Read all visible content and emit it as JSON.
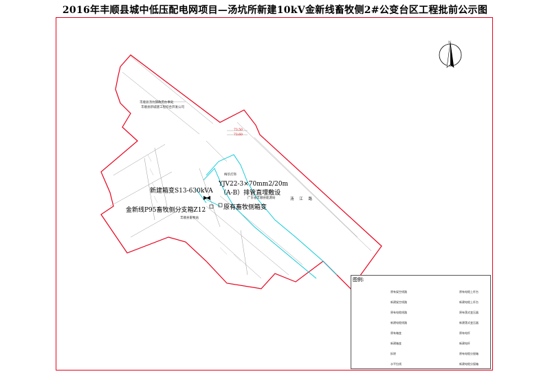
{
  "title": "2016年丰顺县城中低压配电网项目—汤坑所新建10kV金新线畜牧侧2#公变台区工程批前公示图",
  "labels": {
    "new_box_transformer": "新建箱变S13-630kVA",
    "cable": "YJV22-3×70mm2/20m",
    "cable_method": "（A-B）排管直埋敷设",
    "branch_box": "金新线P95畜牧侧分支箱Z12",
    "existing_box": "原有畜牧侧箱变"
  },
  "small_labels": {
    "org_top_1": "丰顺县汤坑镇政府办事处",
    "org_top_2": "丰顺县新城建工程综合开发公司",
    "org_mid": "广东省丰顺县能源局",
    "org_low": "丰顺县畜牧站",
    "place_a": "梅华灯饰",
    "road": "汤 江 路",
    "elev_1": "73.50",
    "elev_2": "73.60"
  },
  "compass": {
    "north": "N"
  },
  "legend": {
    "title": "图例:",
    "rows": [
      {
        "left": "原有架空线路",
        "right": "原有电缆上杆台"
      },
      {
        "left": "新建架空线路",
        "right": "新建电缆上杆台"
      },
      {
        "left": "原有电缆线路",
        "right": "原有落式变压器"
      },
      {
        "left": "新建电缆线路",
        "right": "新建落式变压器"
      },
      {
        "left": "原有箱变",
        "right": "原有电杆"
      },
      {
        "left": "新建箱变",
        "right": "新建电杆"
      },
      {
        "left": "拆除",
        "right": "原有电缆分接箱"
      },
      {
        "left": "水平拉线",
        "right": "新建电缆分接箱"
      }
    ]
  },
  "colors": {
    "boundary": "#e8001c",
    "cable_cyan": "#00c8d6",
    "map_lines": "#888888",
    "legend_black": "#000000"
  }
}
